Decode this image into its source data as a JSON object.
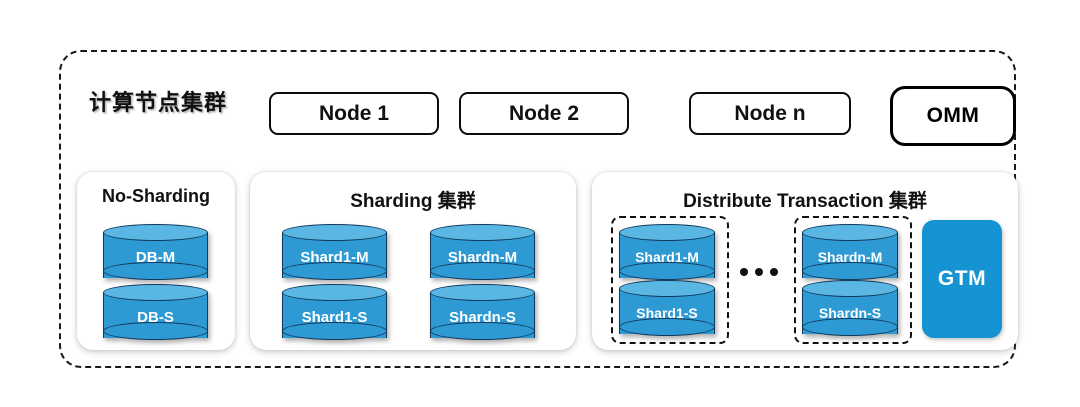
{
  "diagram": {
    "compute_cluster": {
      "title": "计算节点集群",
      "nodes": [
        {
          "label": "Node 1"
        },
        {
          "label": "Node 2"
        },
        {
          "label": "Node n"
        }
      ],
      "omm": {
        "label": "OMM"
      }
    },
    "panels": {
      "no_sharding": {
        "title": "No-Sharding",
        "databases": [
          {
            "label": "DB-M"
          },
          {
            "label": "DB-S"
          }
        ]
      },
      "sharding": {
        "title": "Sharding 集群",
        "databases": [
          {
            "label": "Shard1-M"
          },
          {
            "label": "Shardn-M"
          },
          {
            "label": "Shard1-S"
          },
          {
            "label": "Shardn-S"
          }
        ]
      },
      "distribute_transaction": {
        "title": "Distribute Transaction 集群",
        "groups": [
          {
            "master": {
              "label": "Shard1-M"
            },
            "slave": {
              "label": "Shard1-S"
            }
          },
          {
            "master": {
              "label": "Shardn-M"
            },
            "slave": {
              "label": "Shardn-S"
            }
          }
        ],
        "ellipsis": "...",
        "gtm": {
          "label": "GTM"
        }
      }
    },
    "colors": {
      "cylinder_body": "#2e9ad4",
      "cylinder_top": "#5ab6e3",
      "cylinder_outline": "#123a5c",
      "gtm_fill": "#1593d3",
      "border": "#111111",
      "background": "#ffffff"
    }
  }
}
